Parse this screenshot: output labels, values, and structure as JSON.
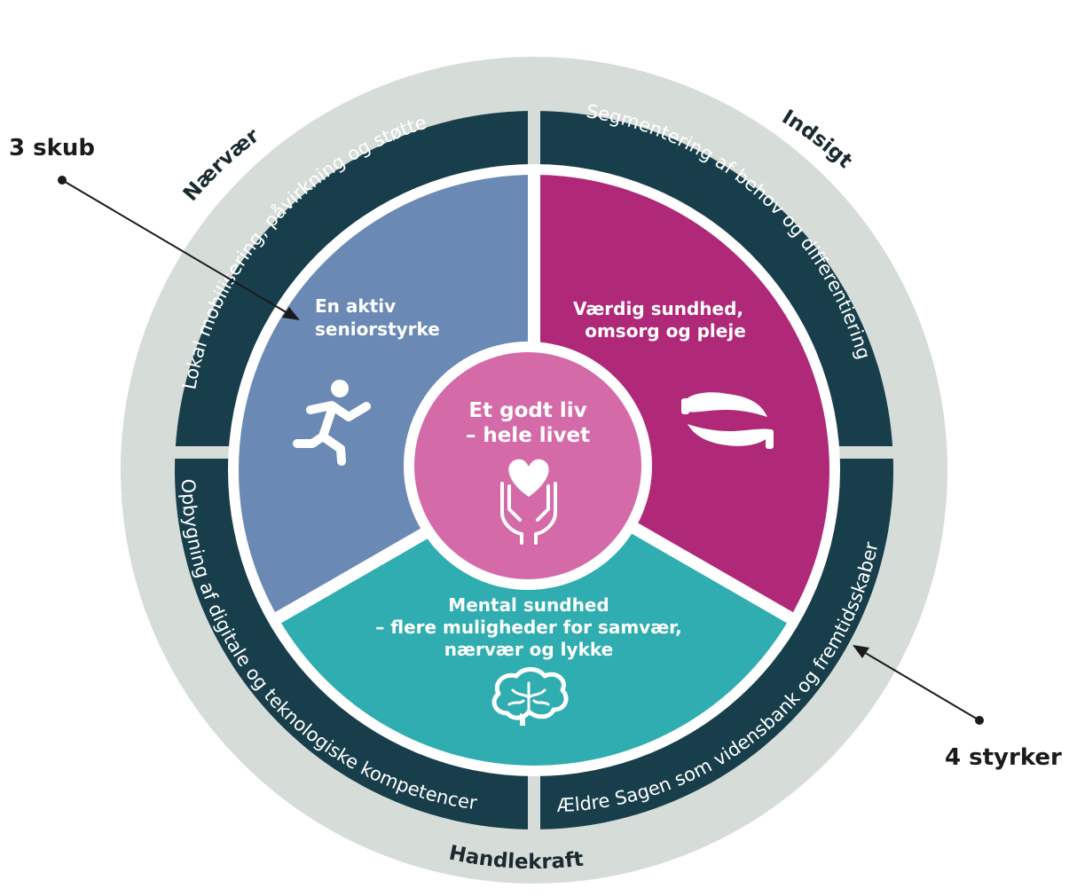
{
  "colors": {
    "outer_ring": "#d6dcd8",
    "dark_band": "#173e4a",
    "segment_blue": "#6a89b5",
    "segment_magenta": "#b02878",
    "segment_teal": "#2fadb0",
    "core_pink": "#d56aa8",
    "separator": "#ffffff"
  },
  "outer_ring_labels": {
    "top_left": "Nærvær",
    "top_right": "Indsigt",
    "bottom": "Handlekraft"
  },
  "band_labels": {
    "top_left": "Lokal mobilisering, påvirkning og støtte",
    "top_right": "Segmentering af behov og differentiering",
    "bottom_left": "Opbygning af digitale og teknologiske kompetencer",
    "bottom_right": "Ældre Sagen som vidensbank og fremtidsskaber"
  },
  "segments": {
    "blue": {
      "line1": "En aktiv",
      "line2": "seniorstyrke",
      "icon": "running-person-icon"
    },
    "magenta": {
      "line1": "Værdig sundhed,",
      "line2": "omsorg og pleje",
      "icon": "caring-hands-icon"
    },
    "teal": {
      "line1": "Mental sundhed",
      "line2": "– flere muligheder for samvær,",
      "line3": "nærvær og lykke",
      "icon": "brain-icon"
    }
  },
  "core": {
    "line1": "Et godt liv",
    "line2": "– hele livet",
    "icon": "heart-in-hands-icon"
  },
  "annotations": {
    "left": "3 skub",
    "right": "4 styrker"
  }
}
